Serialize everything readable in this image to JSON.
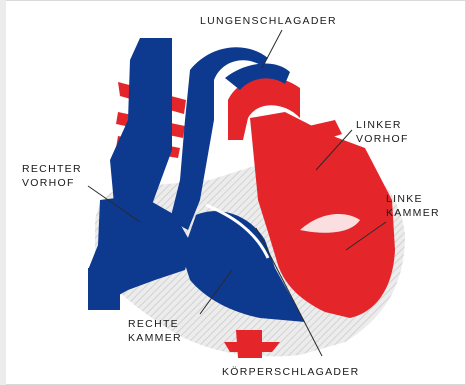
{
  "diagram": {
    "labels": {
      "pulmonary_artery": "LUNGENSCHLAGADER",
      "left_atrium_line1": "LINKER",
      "left_atrium_line2": "VORHOF",
      "right_atrium_line1": "RECHTER",
      "right_atrium_line2": "VORHOF",
      "left_ventricle_line1": "LINKE",
      "left_ventricle_line2": "KAMMER",
      "right_ventricle_line1": "RECHTE",
      "right_ventricle_line2": "KAMMER",
      "aorta": "KÖRPERSCHLAGADER"
    },
    "colors": {
      "oxygenated": "#e4262b",
      "deoxygenated": "#0d3a8e",
      "tissue": "#e6e6e6",
      "background": "#ffffff"
    }
  }
}
